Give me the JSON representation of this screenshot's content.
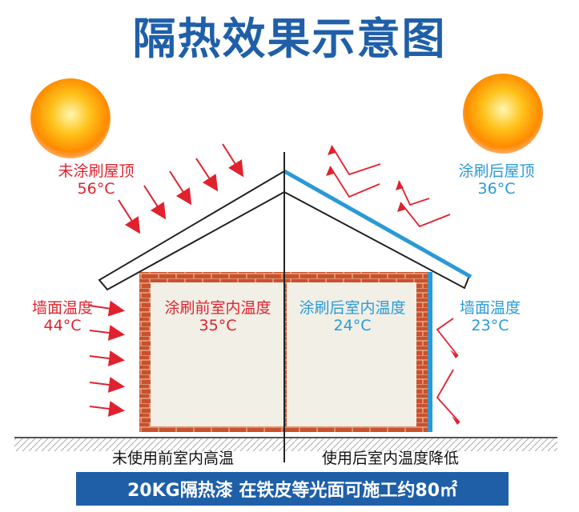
{
  "title": "隔热效果示意图",
  "left_roof": {
    "label": "未涂刷屋顶",
    "temp": "56°C"
  },
  "right_roof": {
    "label": "涂刷后屋顶",
    "temp": "36°C"
  },
  "left_wall": {
    "label": "墙面温度",
    "temp": "44°C"
  },
  "right_wall": {
    "label": "墙面温度",
    "temp": "23°C"
  },
  "left_indoor": {
    "label": "涂刷前室内温度",
    "temp": "35°C"
  },
  "right_indoor": {
    "label": "涂刷后室内温度",
    "temp": "24°C"
  },
  "ground_left": "未使用前室内高温",
  "ground_right": "使用后室内温度降低",
  "banner": "20KG隔热漆 在铁皮等光面可施工约80㎡",
  "colors": {
    "hot": "#e0222e",
    "cool": "#2a9ad6",
    "brand": "#1f5fa8",
    "brick": "#c9512c"
  }
}
